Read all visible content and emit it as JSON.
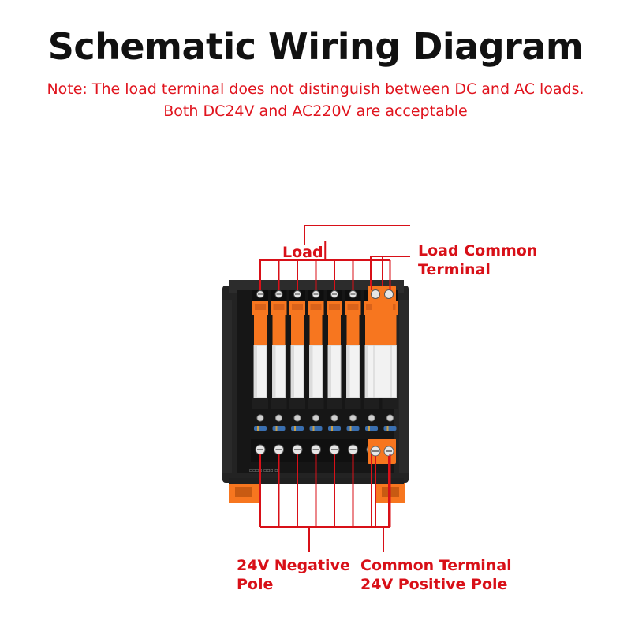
{
  "title": "Schematic Wiring Diagram",
  "note": {
    "line1": "Note: The load terminal does not distinguish between DC and AC loads.",
    "line2": "Both DC24V and AC220V are acceptable"
  },
  "labels": {
    "load": "Load",
    "load_common_line1": "Load Common",
    "load_common_line2": "Terminal",
    "neg_line1": "24V Negative",
    "neg_line2": "Pole",
    "pos_line1": "Common Terminal",
    "pos_line2": "24V Positive Pole"
  },
  "colors": {
    "title": "#111111",
    "note": "#e0141e",
    "label": "#d81018",
    "wire": "#d81018",
    "relay_orange": "#f7761f",
    "board": "#1b1b1b"
  },
  "relay_count": 8,
  "icons": [
    "relay-module-image",
    "terminal-block-icon",
    "din-clip-icon"
  ]
}
